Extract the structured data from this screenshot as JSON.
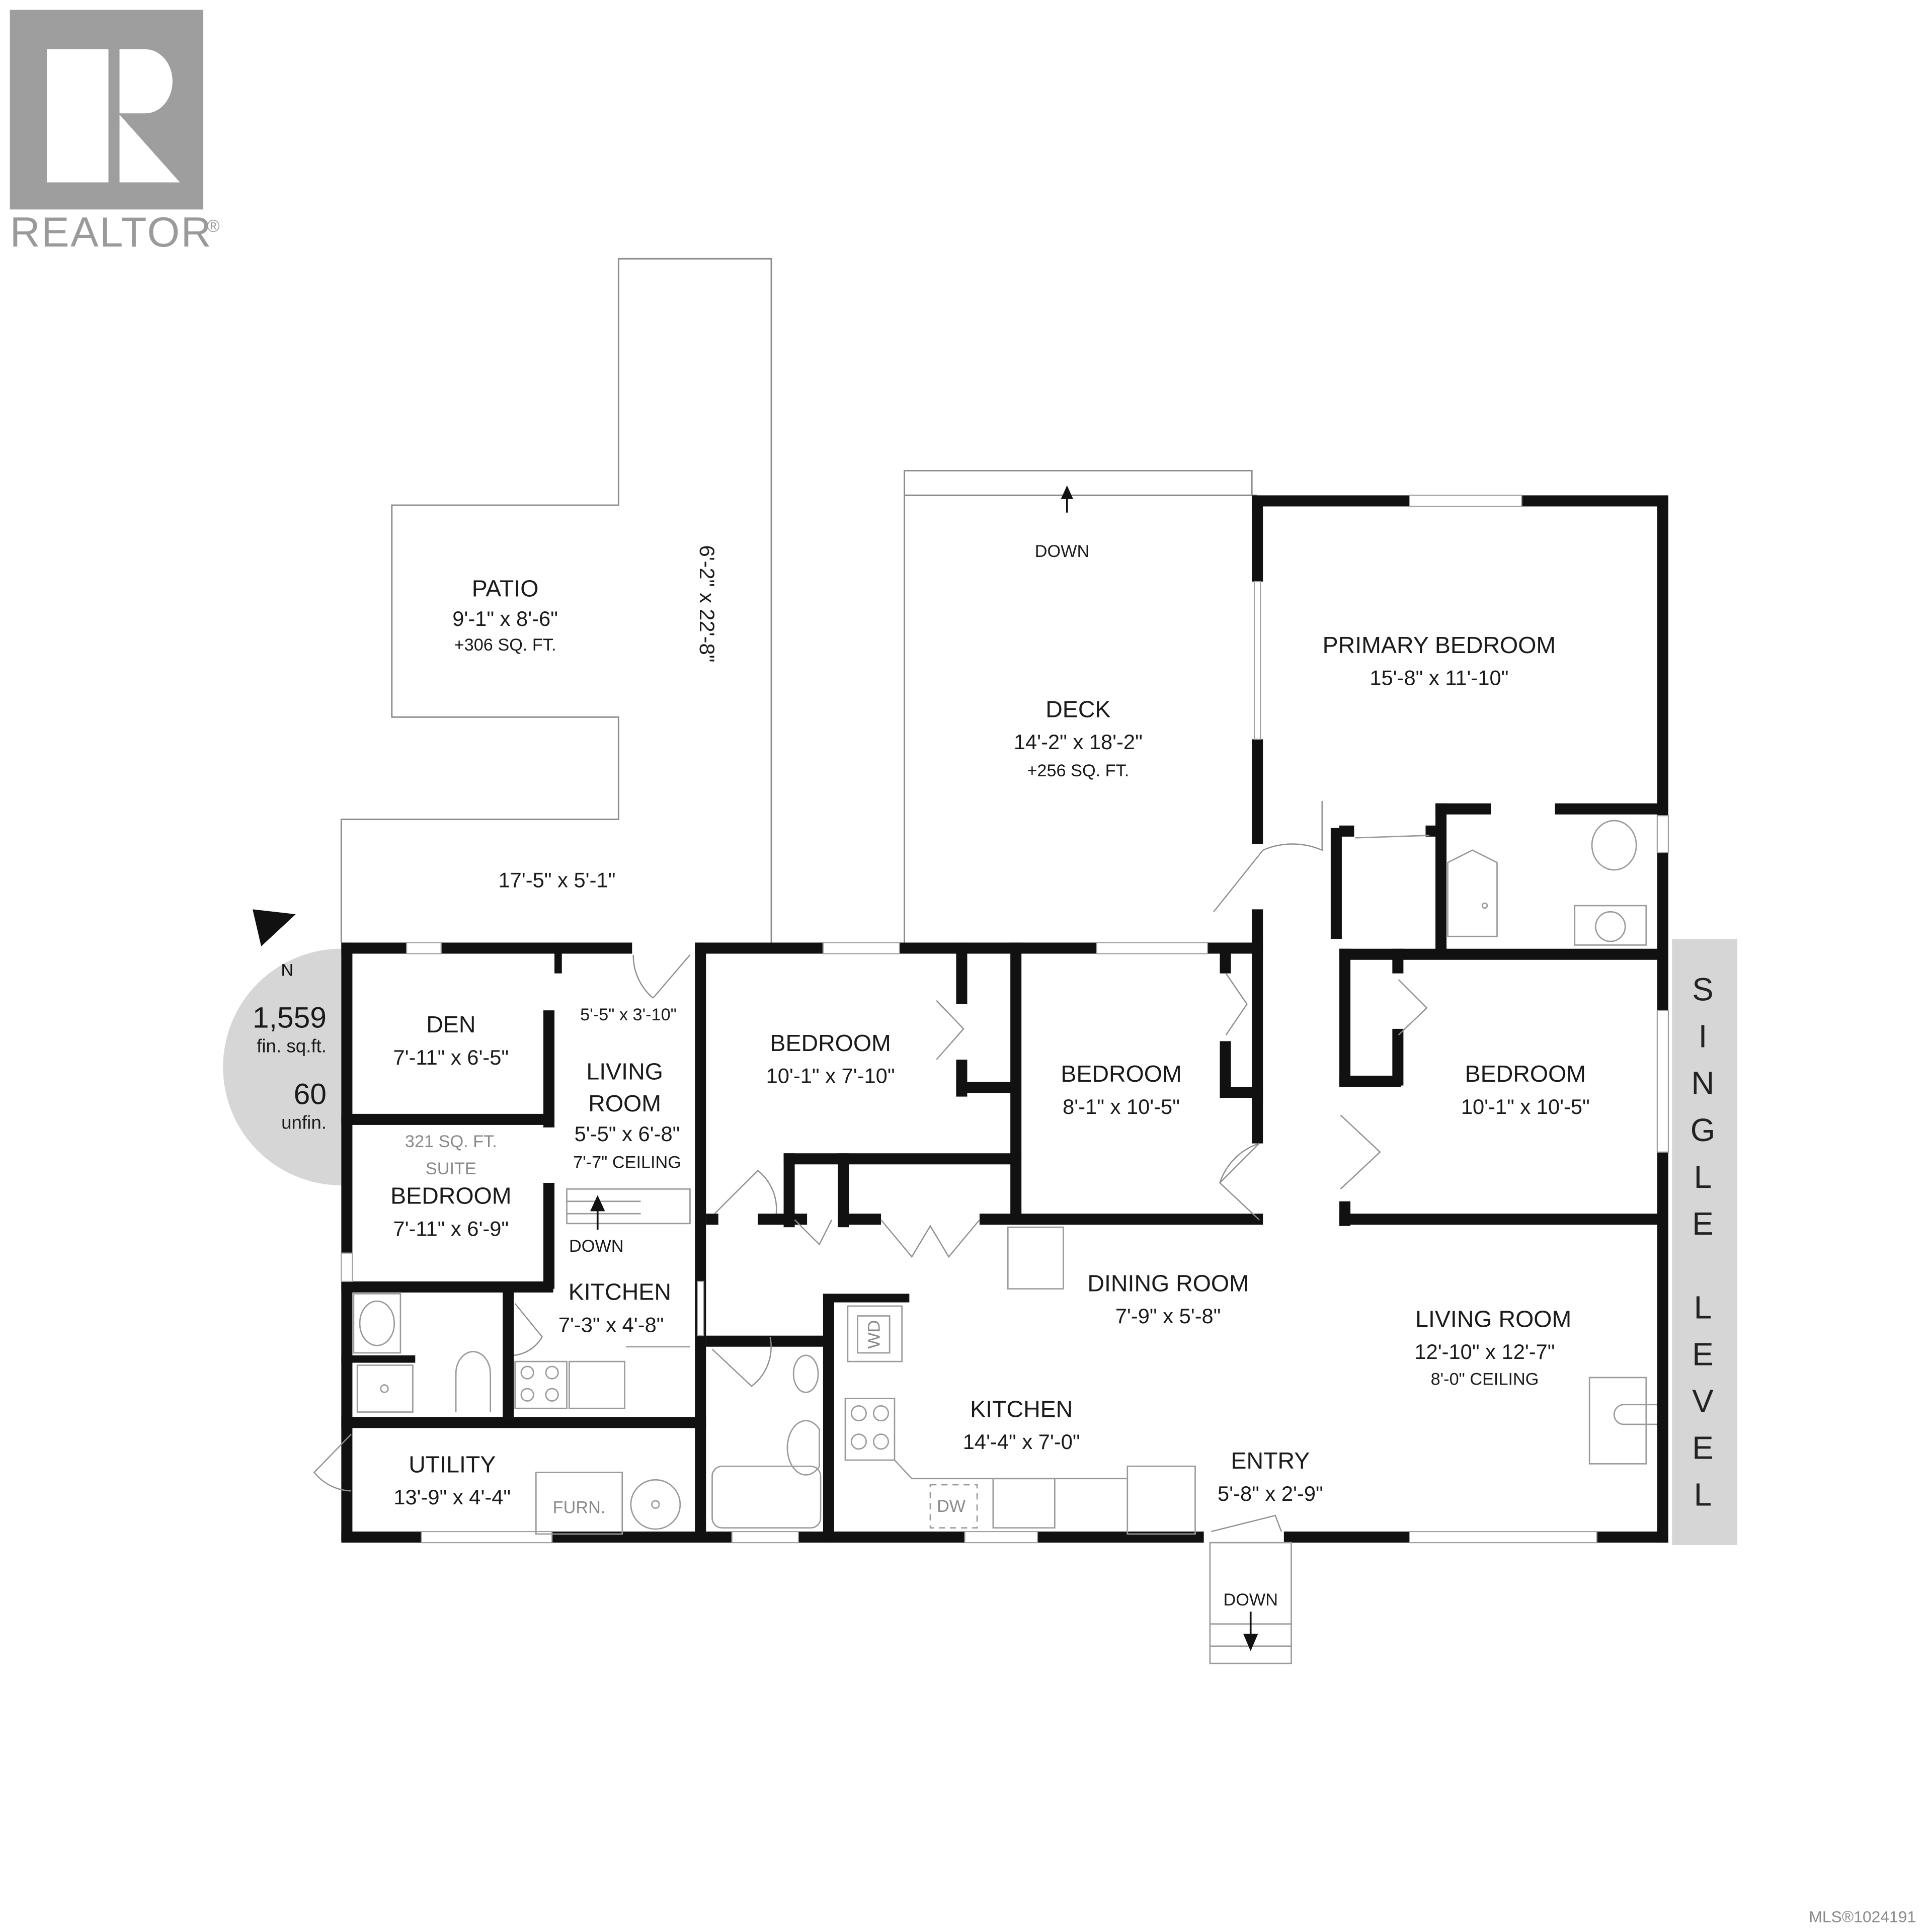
{
  "branding": {
    "logo_letter": "R",
    "logo_text": "REALTOR",
    "registered_mark": "®",
    "logo_color": "#9e9e9e"
  },
  "footer": {
    "mls_number": "MLS®1024191"
  },
  "summary_badge": {
    "compass_label": "N",
    "finished_sqft": "1,559",
    "finished_label": "fin. sq.ft.",
    "unfinished_sqft": "60",
    "unfinished_label": "unfin.",
    "badge_color": "#d6d6d6"
  },
  "level_tag": {
    "text": "SINGLE LEVEL",
    "letters_top": [
      "S",
      "I",
      "N",
      "G",
      "L",
      "E"
    ],
    "letters_bottom": [
      "L",
      "E",
      "V",
      "E",
      "L"
    ],
    "color": "#d6d6d6"
  },
  "rooms": {
    "patio": {
      "name": "PATIO",
      "dims": "9'-1\" x 8'-6\"",
      "extra": "+306 SQ. FT."
    },
    "patio_side": {
      "dims": "6'-2\" x 22'-8\""
    },
    "patio_bottom": {
      "dims": "17'-5\" x 5'-1\""
    },
    "deck": {
      "name": "DECK",
      "dims": "14'-2\" x 18'-2\"",
      "extra": "+256 SQ. FT.",
      "stairs": "DOWN"
    },
    "primary_bedroom": {
      "name": "PRIMARY BEDROOM",
      "dims": "15'-8\" x 11'-10\""
    },
    "den": {
      "name": "DEN",
      "dims": "7'-11\" x 6'-5\""
    },
    "suite_landing": {
      "dims": "5'-5\" x 3'-10\""
    },
    "suite_living": {
      "name_line1": "LIVING",
      "name_line2": "ROOM",
      "dims": "5'-5\" x 6'-8\"",
      "ceiling": "7'-7\" CEILING",
      "stairs": "DOWN"
    },
    "suite_note": {
      "line1": "321 SQ. FT.",
      "line2": "SUITE"
    },
    "suite_bedroom": {
      "name": "BEDROOM",
      "dims": "7'-11\" x 6'-9\""
    },
    "suite_kitchen": {
      "name": "KITCHEN",
      "dims": "7'-3\" x 4'-8\""
    },
    "utility": {
      "name": "UTILITY",
      "dims": "13'-9\" x 4'-4\"",
      "furnace": "FURN."
    },
    "bedroom_a": {
      "name": "BEDROOM",
      "dims": "10'-1\" x 7'-10\""
    },
    "bedroom_b": {
      "name": "BEDROOM",
      "dims": "8'-1\" x 10'-5\""
    },
    "bedroom_c": {
      "name": "BEDROOM",
      "dims": "10'-1\" x 10'-5\""
    },
    "dining_room": {
      "name": "DINING ROOM",
      "dims": "7'-9\" x 5'-8\""
    },
    "kitchen": {
      "name": "KITCHEN",
      "dims": "14'-4\" x 7'-0\"",
      "washer_dryer": "WD",
      "dishwasher": "DW"
    },
    "living_room": {
      "name": "LIVING ROOM",
      "dims": "12'-10\" x 12'-7\"",
      "ceiling": "8'-0\" CEILING"
    },
    "entry": {
      "name": "ENTRY",
      "dims": "5'-8\" x 2'-9\"",
      "stairs": "DOWN"
    }
  }
}
